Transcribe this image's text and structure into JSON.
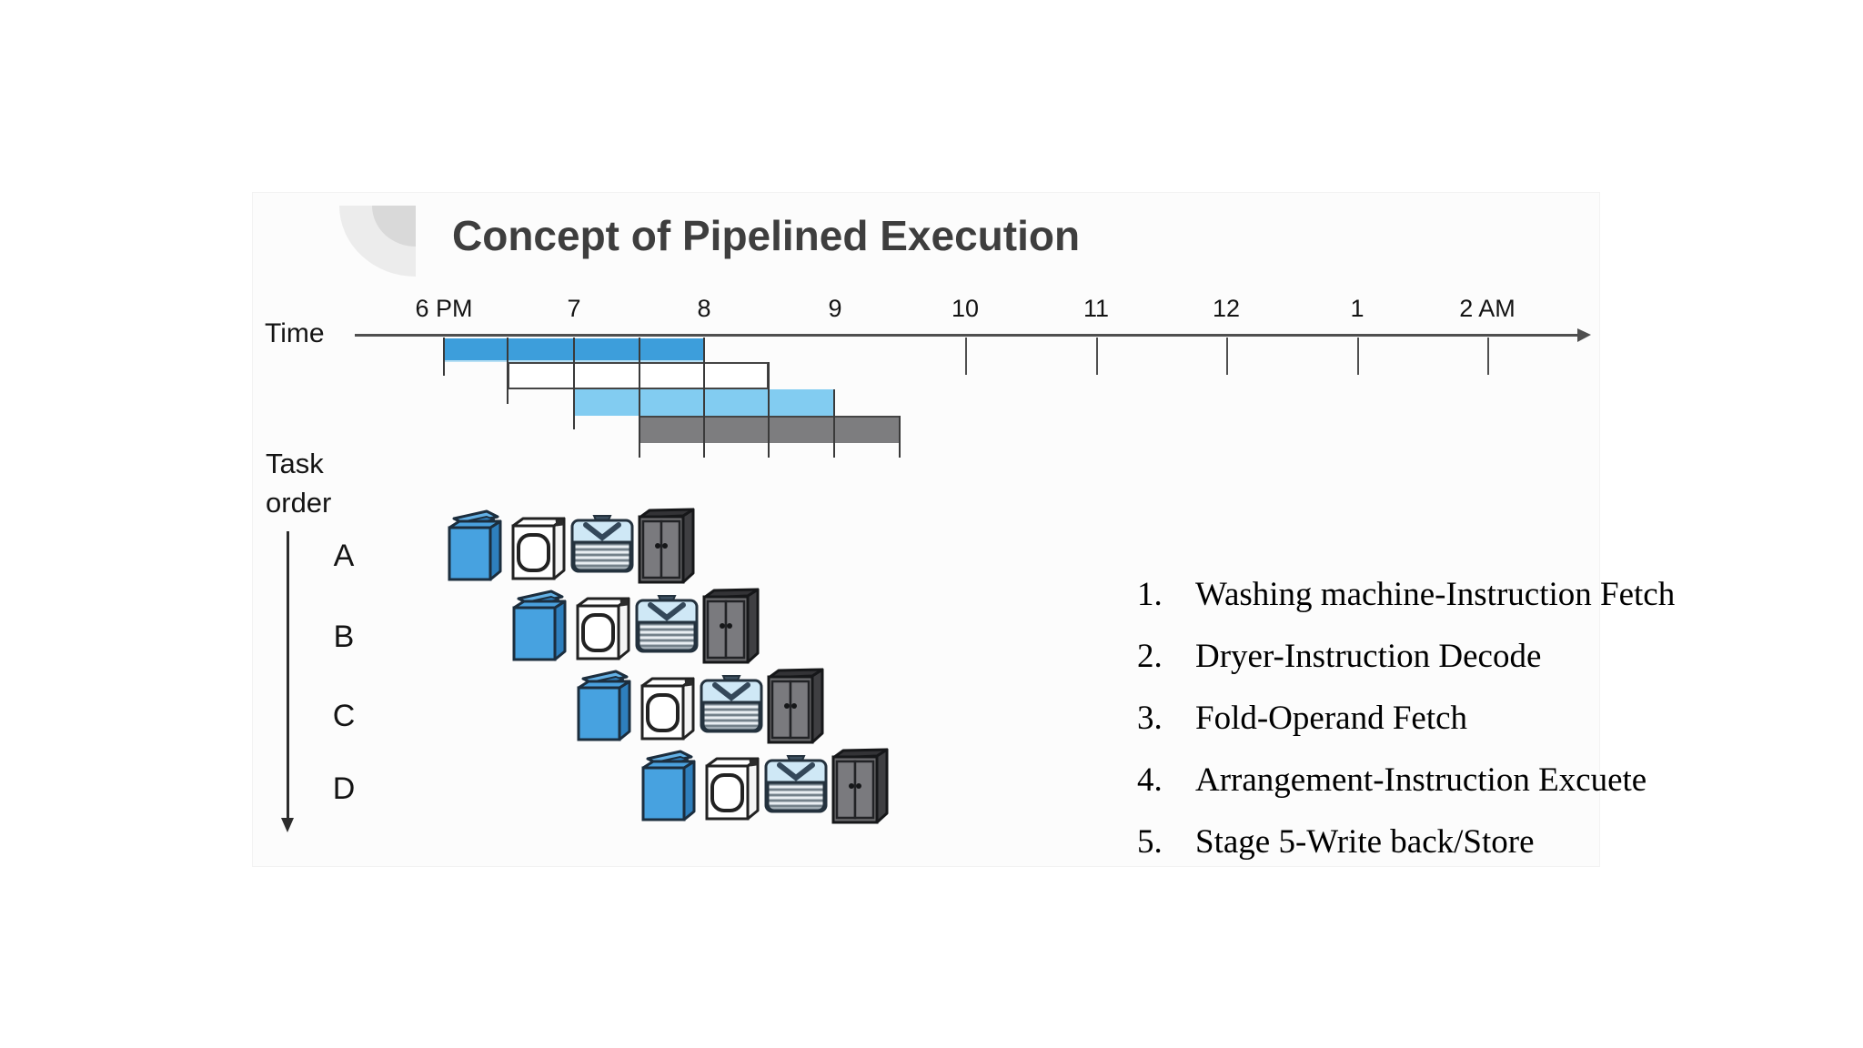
{
  "title": "Concept of Pipelined Execution",
  "timeline": {
    "label": "Time",
    "ticks": [
      "6 PM",
      "7",
      "8",
      "9",
      "10",
      "11",
      "12",
      "1",
      "2 AM"
    ]
  },
  "task_order": {
    "label_line1": "Task",
    "label_line2": "order",
    "tasks": [
      "A",
      "B",
      "C",
      "D"
    ]
  },
  "gantt": {
    "slot_minutes": 30,
    "bars": [
      {
        "task": "A",
        "start": "6:00 PM",
        "end": "8:00 PM",
        "color": "#3d9edb"
      },
      {
        "task": "B",
        "start": "6:30 PM",
        "end": "8:30 PM",
        "color": "#ffffff"
      },
      {
        "task": "C",
        "start": "7:00 PM",
        "end": "9:00 PM",
        "color": "#82ccf1"
      },
      {
        "task": "D",
        "start": "7:30 PM",
        "end": "9:30 PM",
        "color": "#7d7d7f"
      }
    ],
    "stages": [
      "washing-machine",
      "dryer",
      "fold",
      "arrangement-cabinet"
    ]
  },
  "legend": {
    "items": [
      {
        "num": "1.",
        "text": "Washing machine-Instruction Fetch"
      },
      {
        "num": "2.",
        "text": "Dryer-Instruction Decode"
      },
      {
        "num": "3.",
        "text": "Fold-Operand Fetch"
      },
      {
        "num": "4.",
        "text": "Arrangement-Instruction Excuete"
      },
      {
        "num": "5.",
        "text": "Stage 5-Write back/Store"
      }
    ]
  },
  "colors": {
    "bar_blue": "#3d9edb",
    "bar_light_blue": "#82ccf1",
    "bar_gray": "#7d7d7f",
    "line": "#3a3a3a",
    "title_gray": "#3e3e3e"
  }
}
